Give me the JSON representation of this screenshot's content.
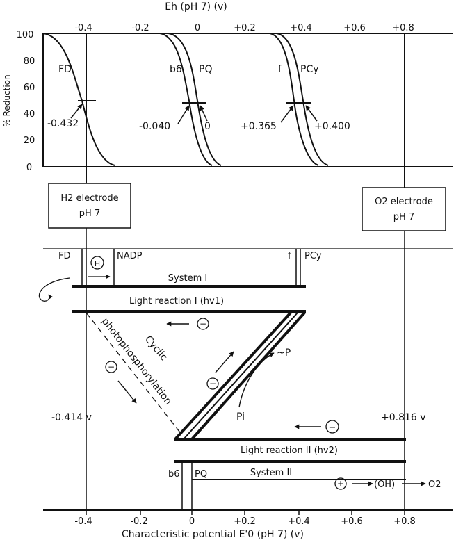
{
  "top_axis_label": "Eh (pH 7) (v)",
  "top_axis_ticks": [
    "-0.4",
    "-0.2",
    "0",
    "+0.2",
    "+0.4",
    "+0.6",
    "+0.8"
  ],
  "y_axis_label": "% Reduction",
  "y_axis_ticks": [
    "0",
    "20",
    "40",
    "60",
    "80",
    "100"
  ],
  "curve_labels": {
    "fd": "FD",
    "b6": "b6",
    "pq": "PQ",
    "f": "f",
    "pcy": "PCy"
  },
  "midpoint_values": {
    "fd": "-0.432",
    "b6": "-0.040",
    "pq": "0",
    "f": "+0.365",
    "pcy": "+0.400"
  },
  "h2_electrode": {
    "line1": "H2 electrode",
    "line2": "pH 7"
  },
  "o2_electrode": {
    "line1": "O2 electrode",
    "line2": "pH 7"
  },
  "lower_labels": {
    "fd": "FD",
    "nadp": "NADP",
    "h_plus": "H",
    "f": "f",
    "pcy": "PCy",
    "system1": "System I",
    "light1": "Light reaction I (hv1)",
    "cyclic1": "Cyclic",
    "cyclic2": "photophosphorylation",
    "p": "~P",
    "pi": "Pi",
    "light2": "Light reaction II (hv2)",
    "b6": "b6",
    "pq": "PQ",
    "system2": "System II",
    "oh": "(OH)",
    "o2": "O2",
    "minus": "−",
    "plus": "+"
  },
  "potential_left": "-0.414 v",
  "potential_right": "+0.816 v",
  "bottom_axis_label": "Characteristic potential E'0 (pH 7) (v)",
  "bottom_axis_ticks": [
    "-0.4",
    "-0.2",
    "0",
    "+0.2",
    "+0.4",
    "+0.6",
    "+0.8"
  ]
}
